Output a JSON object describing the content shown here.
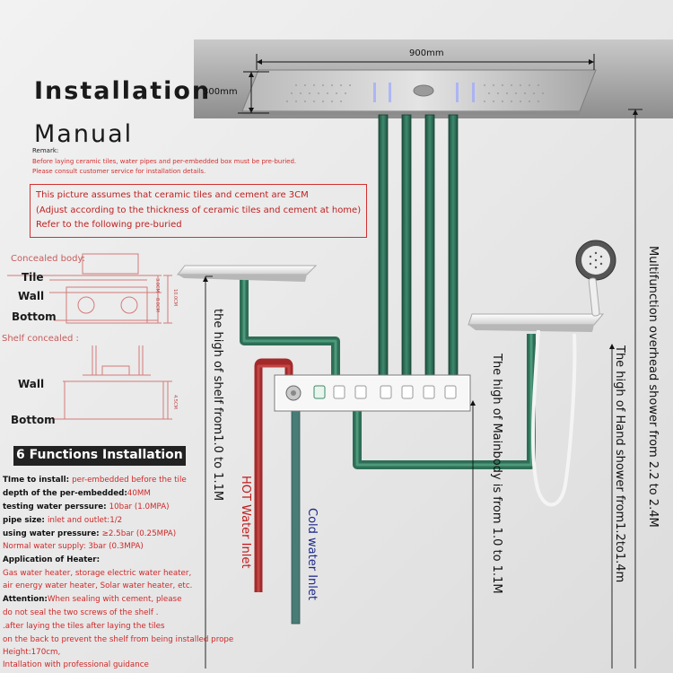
{
  "title_line1": "Installation",
  "title_line2": "Manual",
  "remark": {
    "label": "Remark:",
    "line1": "Before laying ceramic tiles, water pipes and per-embedded box must be pre-buried.",
    "line2": "Please consult customer service for installation details."
  },
  "note": {
    "line1": "This picture assumes that ceramic tiles and cement are 3CM",
    "line2": "(Adjust according to the thickness of ceramic tiles and cement at home)",
    "line3": "Refer to the following pre-buried"
  },
  "concealed_body": {
    "label": "Concealed body:",
    "tile": "Tile",
    "wall": "Wall",
    "bottom": "Bottom",
    "dim_a": "3.0CM",
    "dim_b": "8.0CM",
    "dim_c": "10.0CM"
  },
  "shelf_concealed": {
    "label": "Shelf concealed :",
    "wall": "Wall",
    "bottom": "Bottom",
    "dim": "4.5CM"
  },
  "functions_title": "6 Functions Installation",
  "specs": [
    {
      "k": "TIme to install: ",
      "v": "per-embedded before  the tile"
    },
    {
      "k": "depth of the per-embedded:",
      "v": "40MM"
    },
    {
      "k": "testing water perssure: ",
      "v": "10bar (1.0MPA)"
    },
    {
      "k": "pipe size: ",
      "v": "inlet and outlet:1/2"
    },
    {
      "k": "using water pressure: ",
      "v": "≥2.5bar (0.25MPA)"
    },
    {
      "k": "",
      "v": "Normal water supply: 3bar (0.3MPA)"
    },
    {
      "k": "Application of Heater:",
      "v": ""
    }
  ],
  "heater_lines": [
    "Gas water heater, storage electric water heater,",
    "air energy water heater, Solar water heater, etc."
  ],
  "attention": {
    "k": "Attention:",
    "v": "When sealing with cement, please"
  },
  "attention_lines": [
    "do not seal the two screws of the shelf .",
    ".after laying the tiles after laying the tiles",
    "on the back to prevent the shelf from being   installed prope",
    "Height:170cm,",
    "Intallation with professional guidance"
  ],
  "dim_width": "900mm",
  "dim_depth": "300mm",
  "label_shelf": "the high of shelf from1.0 to 1.1M",
  "label_hot": "HOT Water Inlet",
  "label_cold": "Cold water Inlet",
  "label_mainbody": "The high of  Mainbody is from 1.0 to 1.1M",
  "label_handshower": "The high of Hand shower from1.2to1.4m",
  "label_overhead": "Multifunction overhead shower from 2.2 to 2.4M",
  "colors": {
    "green_pipe": "#2f6e57",
    "hot_pipe": "#a32a2a",
    "cold_pipe": "#4a7c76",
    "red_text": "#d02828",
    "hot_text": "#c01818",
    "cold_text": "#1d2a8a"
  }
}
